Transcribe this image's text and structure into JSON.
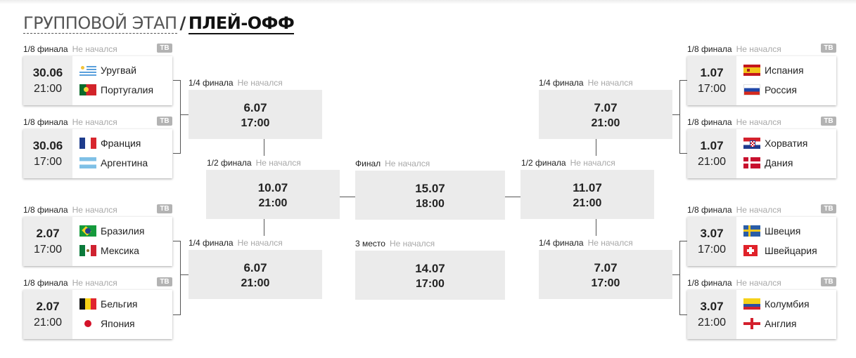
{
  "header": {
    "group_stage": "ГРУППОВОЙ ЭТАП",
    "separator": "/",
    "playoff": "ПЛЕЙ-ОФФ"
  },
  "status_not_started": "Не начался",
  "tv_badge": "ТВ",
  "round16": [
    {
      "stage": "1/8 финала",
      "date": "30.06",
      "time": "21:00",
      "team1": {
        "name": "Уругвай",
        "flag": "uruguay-flag"
      },
      "team2": {
        "name": "Португалия",
        "flag": "portugal-flag"
      }
    },
    {
      "stage": "1/8 финала",
      "date": "30.06",
      "time": "17:00",
      "team1": {
        "name": "Франция",
        "flag": "france-flag"
      },
      "team2": {
        "name": "Аргентина",
        "flag": "argentina-flag"
      }
    },
    {
      "stage": "1/8 финала",
      "date": "2.07",
      "time": "17:00",
      "team1": {
        "name": "Бразилия",
        "flag": "brazil-flag"
      },
      "team2": {
        "name": "Мексика",
        "flag": "mexico-flag"
      }
    },
    {
      "stage": "1/8 финала",
      "date": "2.07",
      "time": "21:00",
      "team1": {
        "name": "Бельгия",
        "flag": "belgium-flag"
      },
      "team2": {
        "name": "Япония",
        "flag": "japan-flag"
      }
    },
    {
      "stage": "1/8 финала",
      "date": "1.07",
      "time": "17:00",
      "team1": {
        "name": "Испания",
        "flag": "spain-flag"
      },
      "team2": {
        "name": "Россия",
        "flag": "russia-flag"
      }
    },
    {
      "stage": "1/8 финала",
      "date": "1.07",
      "time": "21:00",
      "team1": {
        "name": "Хорватия",
        "flag": "croatia-flag"
      },
      "team2": {
        "name": "Дания",
        "flag": "denmark-flag"
      }
    },
    {
      "stage": "1/8 финала",
      "date": "3.07",
      "time": "17:00",
      "team1": {
        "name": "Швеция",
        "flag": "sweden-flag"
      },
      "team2": {
        "name": "Швейцария",
        "flag": "switzerland-flag"
      }
    },
    {
      "stage": "1/8 финала",
      "date": "3.07",
      "time": "21:00",
      "team1": {
        "name": "Колумбия",
        "flag": "colombia-flag"
      },
      "team2": {
        "name": "Англия",
        "flag": "england-flag"
      }
    }
  ],
  "quarterfinals": [
    {
      "stage": "1/4 финала",
      "date": "6.07",
      "time": "17:00"
    },
    {
      "stage": "1/4 финала",
      "date": "6.07",
      "time": "21:00"
    },
    {
      "stage": "1/4 финала",
      "date": "7.07",
      "time": "21:00"
    },
    {
      "stage": "1/4 финала",
      "date": "7.07",
      "time": "17:00"
    }
  ],
  "semifinals": [
    {
      "stage": "1/2 финала",
      "date": "10.07",
      "time": "21:00"
    },
    {
      "stage": "1/2 финала",
      "date": "11.07",
      "time": "21:00"
    }
  ],
  "final": {
    "stage": "Финал",
    "date": "15.07",
    "time": "18:00"
  },
  "third_place": {
    "stage": "3 место",
    "date": "14.07",
    "time": "17:00"
  },
  "colors": {
    "box_bg": "#ebebeb",
    "status_gray": "#a8a8a8",
    "tv_gray": "#b3b3b3",
    "line": "#555555"
  }
}
